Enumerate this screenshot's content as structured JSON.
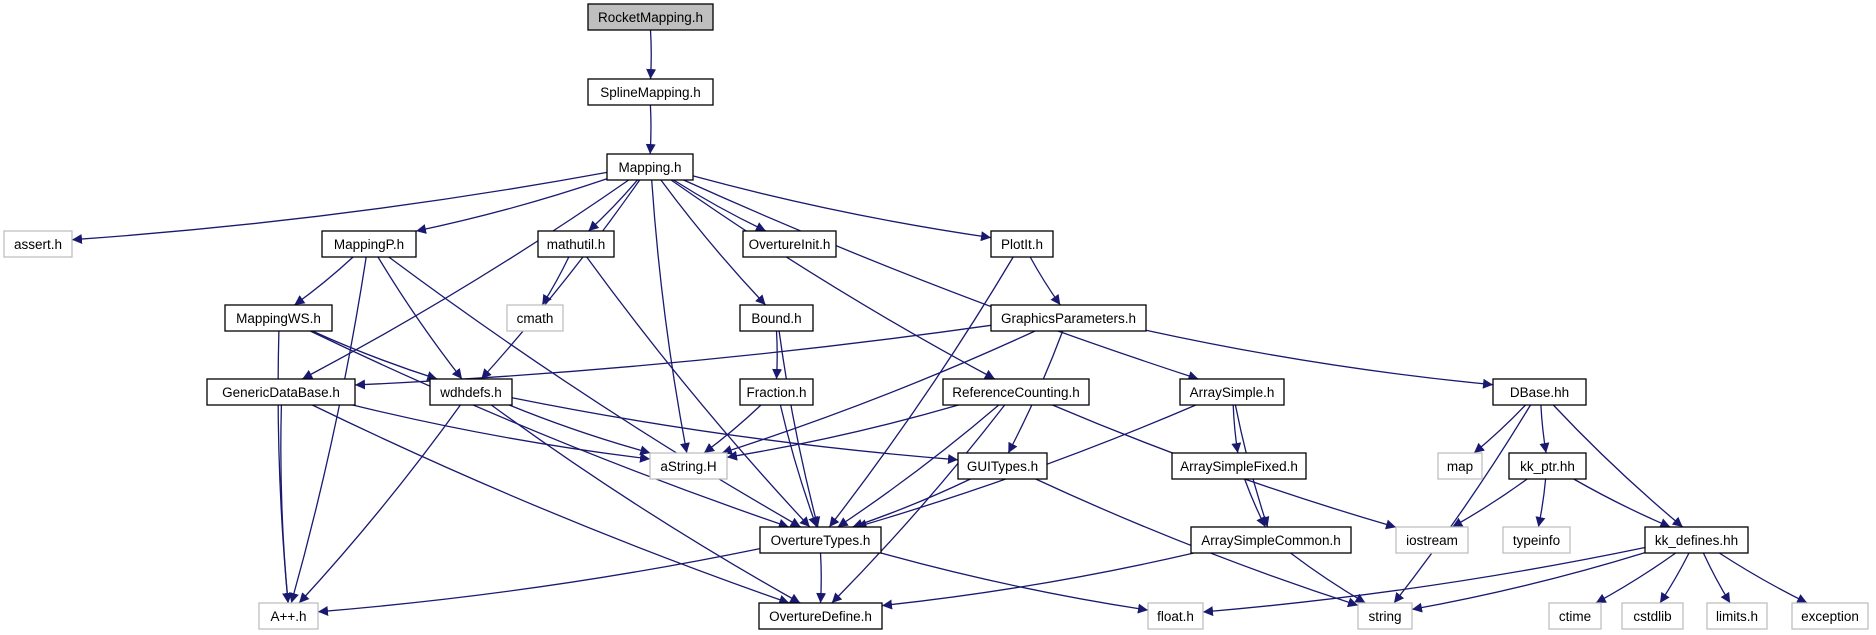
{
  "diagram": {
    "nodes": [
      {
        "id": "rocket",
        "label": "RocketMapping.h",
        "kind": "root"
      },
      {
        "id": "spline",
        "label": "SplineMapping.h",
        "kind": "doc"
      },
      {
        "id": "mapping",
        "label": "Mapping.h",
        "kind": "doc"
      },
      {
        "id": "assert",
        "label": "assert.h",
        "kind": "ext"
      },
      {
        "id": "mappingp",
        "label": "MappingP.h",
        "kind": "doc"
      },
      {
        "id": "mathutil",
        "label": "mathutil.h",
        "kind": "doc"
      },
      {
        "id": "ovinit",
        "label": "OvertureInit.h",
        "kind": "doc"
      },
      {
        "id": "plotit",
        "label": "PlotIt.h",
        "kind": "doc"
      },
      {
        "id": "cmath",
        "label": "cmath",
        "kind": "ext"
      },
      {
        "id": "mappingws",
        "label": "MappingWS.h",
        "kind": "doc"
      },
      {
        "id": "bound",
        "label": "Bound.h",
        "kind": "doc"
      },
      {
        "id": "gparams",
        "label": "GraphicsParameters.h",
        "kind": "doc"
      },
      {
        "id": "gdb",
        "label": "GenericDataBase.h",
        "kind": "doc"
      },
      {
        "id": "wdh",
        "label": "wdhdefs.h",
        "kind": "doc"
      },
      {
        "id": "fraction",
        "label": "Fraction.h",
        "kind": "doc"
      },
      {
        "id": "refc",
        "label": "ReferenceCounting.h",
        "kind": "doc"
      },
      {
        "id": "arrsimple",
        "label": "ArraySimple.h",
        "kind": "doc"
      },
      {
        "id": "dbase",
        "label": "DBase.hh",
        "kind": "doc"
      },
      {
        "id": "astring",
        "label": "aString.H",
        "kind": "ext"
      },
      {
        "id": "guitypes",
        "label": "GUITypes.h",
        "kind": "doc"
      },
      {
        "id": "arrfixed",
        "label": "ArraySimpleFixed.h",
        "kind": "doc"
      },
      {
        "id": "map",
        "label": "map",
        "kind": "ext"
      },
      {
        "id": "kkptr",
        "label": "kk_ptr.hh",
        "kind": "doc"
      },
      {
        "id": "ovtypes",
        "label": "OvertureTypes.h",
        "kind": "doc"
      },
      {
        "id": "arrcommon",
        "label": "ArraySimpleCommon.h",
        "kind": "doc"
      },
      {
        "id": "iostream",
        "label": "iostream",
        "kind": "ext"
      },
      {
        "id": "typeinfo",
        "label": "typeinfo",
        "kind": "ext"
      },
      {
        "id": "kkdef",
        "label": "kk_defines.hh",
        "kind": "doc"
      },
      {
        "id": "app",
        "label": "A++.h",
        "kind": "ext"
      },
      {
        "id": "ovdef",
        "label": "OvertureDefine.h",
        "kind": "doc"
      },
      {
        "id": "float",
        "label": "float.h",
        "kind": "ext"
      },
      {
        "id": "string",
        "label": "string",
        "kind": "ext"
      },
      {
        "id": "ctime",
        "label": "ctime",
        "kind": "ext"
      },
      {
        "id": "cstdlib",
        "label": "cstdlib",
        "kind": "ext"
      },
      {
        "id": "limits",
        "label": "limits.h",
        "kind": "ext"
      },
      {
        "id": "exception",
        "label": "exception",
        "kind": "ext"
      }
    ],
    "edges": [
      [
        "rocket",
        "spline"
      ],
      [
        "spline",
        "mapping"
      ],
      [
        "mapping",
        "assert"
      ],
      [
        "mapping",
        "mappingp"
      ],
      [
        "mapping",
        "mathutil"
      ],
      [
        "mapping",
        "ovinit"
      ],
      [
        "mapping",
        "plotit"
      ],
      [
        "mapping",
        "gdb"
      ],
      [
        "mapping",
        "wdh"
      ],
      [
        "mapping",
        "astring"
      ],
      [
        "mapping",
        "bound"
      ],
      [
        "mapping",
        "refc"
      ],
      [
        "mapping",
        "arrsimple"
      ],
      [
        "mappingp",
        "mappingws"
      ],
      [
        "mappingp",
        "wdh"
      ],
      [
        "mappingp",
        "ovtypes"
      ],
      [
        "mappingp",
        "app"
      ],
      [
        "mathutil",
        "cmath"
      ],
      [
        "mathutil",
        "ovtypes"
      ],
      [
        "plotit",
        "gparams"
      ],
      [
        "plotit",
        "ovtypes"
      ],
      [
        "mappingws",
        "wdh"
      ],
      [
        "mappingws",
        "app"
      ],
      [
        "mappingws",
        "ovtypes"
      ],
      [
        "bound",
        "fraction"
      ],
      [
        "bound",
        "ovtypes"
      ],
      [
        "gparams",
        "gdb"
      ],
      [
        "gparams",
        "astring"
      ],
      [
        "gparams",
        "guitypes"
      ],
      [
        "gparams",
        "dbase"
      ],
      [
        "gdb",
        "astring"
      ],
      [
        "gdb",
        "app"
      ],
      [
        "gdb",
        "ovdef"
      ],
      [
        "wdh",
        "astring"
      ],
      [
        "wdh",
        "guitypes"
      ],
      [
        "wdh",
        "app"
      ],
      [
        "wdh",
        "ovdef"
      ],
      [
        "fraction",
        "astring"
      ],
      [
        "fraction",
        "ovtypes"
      ],
      [
        "refc",
        "astring"
      ],
      [
        "refc",
        "ovtypes"
      ],
      [
        "refc",
        "ovdef"
      ],
      [
        "refc",
        "iostream"
      ],
      [
        "arrsimple",
        "arrfixed"
      ],
      [
        "arrsimple",
        "arrcommon"
      ],
      [
        "arrsimple",
        "ovtypes"
      ],
      [
        "arrfixed",
        "arrcommon"
      ],
      [
        "guitypes",
        "ovtypes"
      ],
      [
        "guitypes",
        "string"
      ],
      [
        "dbase",
        "map"
      ],
      [
        "dbase",
        "kkptr"
      ],
      [
        "dbase",
        "kkdef"
      ],
      [
        "dbase",
        "string"
      ],
      [
        "kkptr",
        "iostream"
      ],
      [
        "kkptr",
        "typeinfo"
      ],
      [
        "kkptr",
        "kkdef"
      ],
      [
        "ovtypes",
        "app"
      ],
      [
        "ovtypes",
        "ovdef"
      ],
      [
        "ovtypes",
        "float"
      ],
      [
        "arrcommon",
        "ovdef"
      ],
      [
        "arrcommon",
        "string"
      ],
      [
        "kkdef",
        "float"
      ],
      [
        "kkdef",
        "string"
      ],
      [
        "kkdef",
        "ctime"
      ],
      [
        "kkdef",
        "cstdlib"
      ],
      [
        "kkdef",
        "limits"
      ],
      [
        "kkdef",
        "exception"
      ]
    ]
  }
}
